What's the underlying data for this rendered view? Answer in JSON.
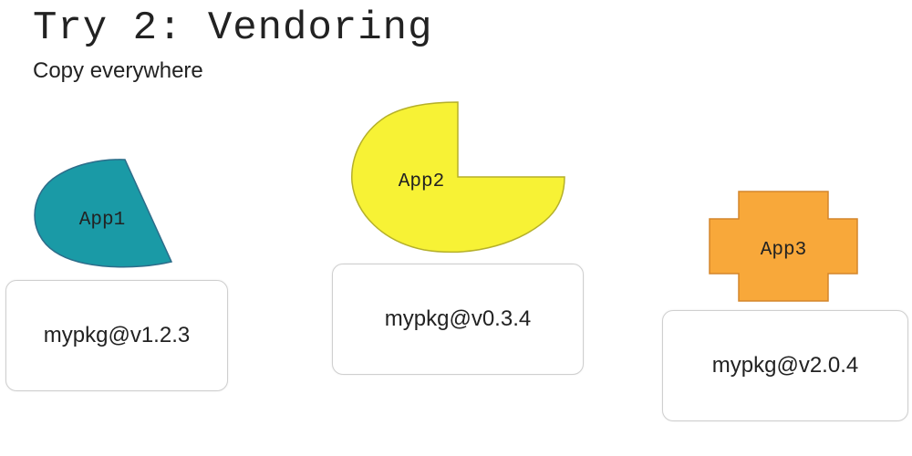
{
  "slide": {
    "title": "Try 2: Vendoring",
    "subtitle": "Copy everywhere"
  },
  "apps": [
    {
      "label": "App1",
      "package": "mypkg@v1.2.3",
      "color": "#1a9aa6",
      "shape": "leaf"
    },
    {
      "label": "App2",
      "package": "mypkg@v0.3.4",
      "color": "#f7f235",
      "shape": "pacman"
    },
    {
      "label": "App3",
      "package": "mypkg@v2.0.4",
      "color": "#f8a83a",
      "shape": "cross"
    }
  ]
}
